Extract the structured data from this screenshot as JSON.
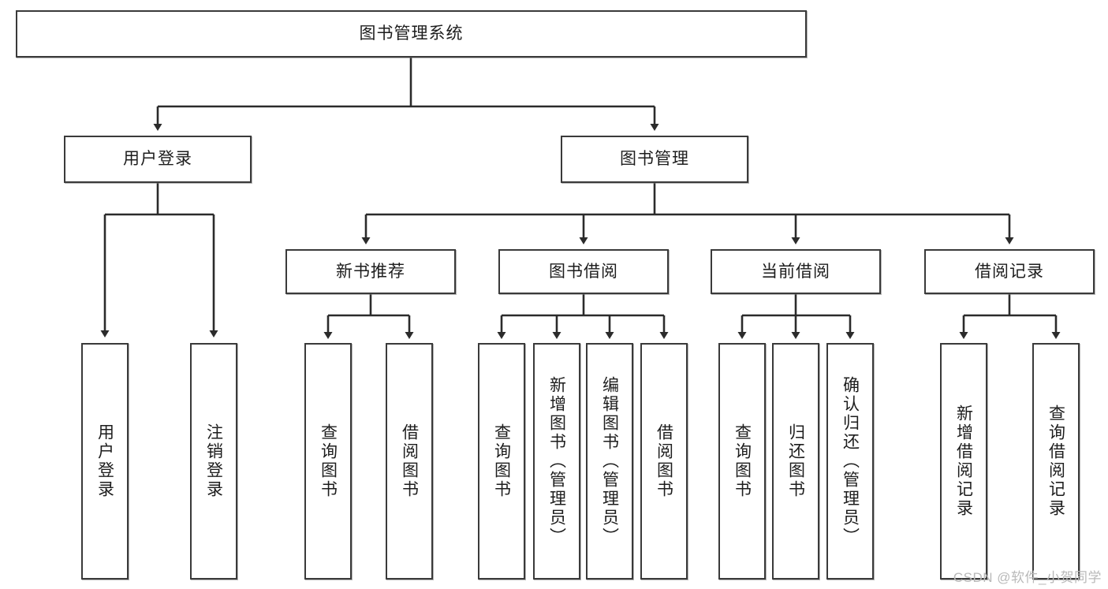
{
  "diagram": {
    "title": "图书管理系统",
    "type": "hierarchy-tree",
    "root": {
      "id": "root",
      "label": "图书管理系统",
      "orientation": "horizontal"
    },
    "level2": [
      {
        "id": "user-login",
        "label": "用户登录",
        "orientation": "horizontal"
      },
      {
        "id": "book-management",
        "label": "图书管理",
        "orientation": "horizontal"
      }
    ],
    "level3": [
      {
        "id": "new-book-recommend",
        "label": "新书推荐",
        "orientation": "horizontal",
        "parent": "book-management"
      },
      {
        "id": "book-borrow",
        "label": "图书借阅",
        "orientation": "horizontal",
        "parent": "book-management"
      },
      {
        "id": "current-borrow",
        "label": "当前借阅",
        "orientation": "horizontal",
        "parent": "book-management"
      },
      {
        "id": "borrow-record",
        "label": "借阅记录",
        "orientation": "horizontal",
        "parent": "book-management"
      }
    ],
    "leaves": [
      {
        "id": "leaf-user-login",
        "label": "用户登录",
        "orientation": "vertical",
        "parent": "user-login"
      },
      {
        "id": "leaf-logout-login",
        "label": "注销登录",
        "orientation": "vertical",
        "parent": "user-login"
      },
      {
        "id": "leaf-query-book-1",
        "label": "查询图书",
        "orientation": "vertical",
        "parent": "new-book-recommend"
      },
      {
        "id": "leaf-borrow-book-1",
        "label": "借阅图书",
        "orientation": "vertical",
        "parent": "new-book-recommend"
      },
      {
        "id": "leaf-query-book-2",
        "label": "查询图书",
        "orientation": "vertical",
        "parent": "book-borrow"
      },
      {
        "id": "leaf-add-book",
        "label": "新增图书（管理员）",
        "orientation": "vertical",
        "parent": "book-borrow"
      },
      {
        "id": "leaf-edit-book",
        "label": "编辑图书（管理员）",
        "orientation": "vertical",
        "parent": "book-borrow"
      },
      {
        "id": "leaf-borrow-book-2",
        "label": "借阅图书",
        "orientation": "vertical",
        "parent": "book-borrow"
      },
      {
        "id": "leaf-query-book-3",
        "label": "查询图书",
        "orientation": "vertical",
        "parent": "current-borrow"
      },
      {
        "id": "leaf-return-book",
        "label": "归还图书",
        "orientation": "vertical",
        "parent": "current-borrow"
      },
      {
        "id": "leaf-confirm-return",
        "label": "确认归还（管理员）",
        "orientation": "vertical",
        "parent": "current-borrow"
      },
      {
        "id": "leaf-add-record",
        "label": "新增借阅记录",
        "orientation": "vertical",
        "parent": "borrow-record"
      },
      {
        "id": "leaf-query-record",
        "label": "查询借阅记录",
        "orientation": "vertical",
        "parent": "borrow-record"
      }
    ],
    "watermark": "CSDN @软件_小贺同学",
    "colors": {
      "box_border": "#3a3a3a",
      "box_fill": "#ffffff",
      "connector": "#2b2b2b",
      "text": "#1d1d1d",
      "watermark": "#b9b9b9",
      "background": "#ffffff"
    }
  }
}
